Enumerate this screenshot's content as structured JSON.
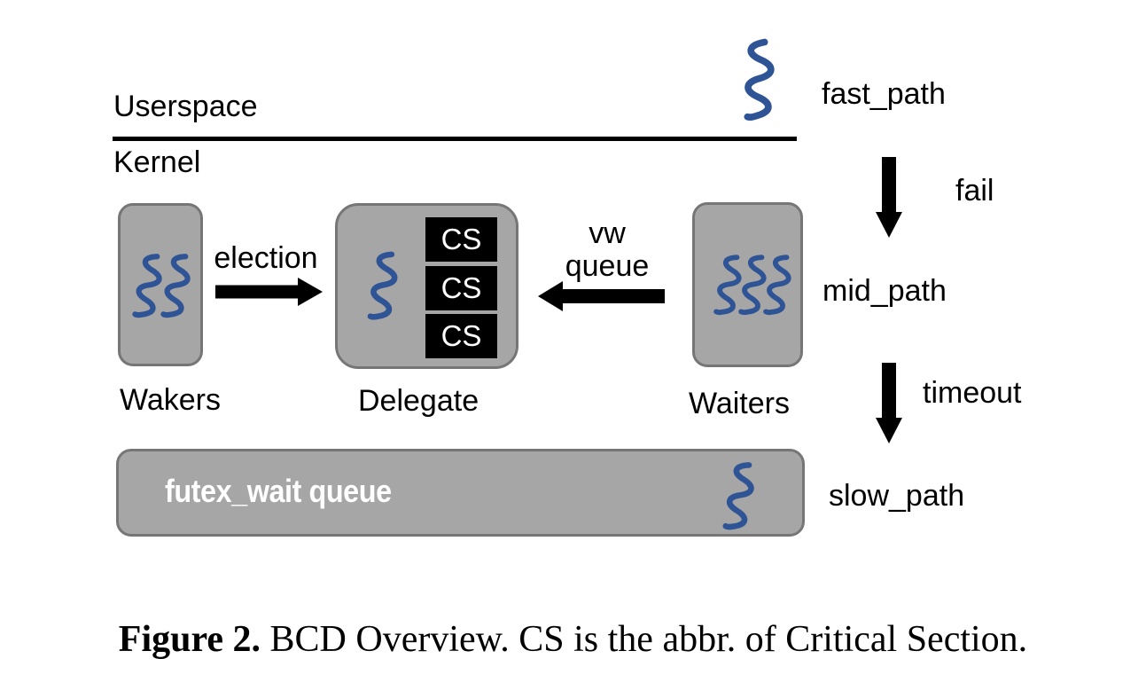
{
  "figure": {
    "userspace_label": "Userspace",
    "kernel_label": "Kernel",
    "paths": {
      "fast_path": "fast_path",
      "fail": "fail",
      "mid_path": "mid_path",
      "timeout": "timeout",
      "slow_path": "slow_path"
    },
    "boxes": {
      "wakers_label": "Wakers",
      "delegate_label": "Delegate",
      "waiters_label": "Waiters",
      "futex_label": "futex_wait queue"
    },
    "arrows": {
      "election_label": "election",
      "vw_line1": "vw",
      "vw_line2": "queue"
    },
    "cs_boxes": [
      "CS",
      "CS",
      "CS"
    ],
    "colors": {
      "box_gray": "#a6a6a6",
      "box_border": "#767676",
      "thread_blue": "#2F5496",
      "arrow_black": "#000000",
      "cs_bg": "#000000",
      "cs_text": "#ffffff"
    }
  },
  "caption": {
    "prefix": "Figure 2.",
    "rest": " BCD Overview. CS is the abbr. of Critical Section."
  }
}
